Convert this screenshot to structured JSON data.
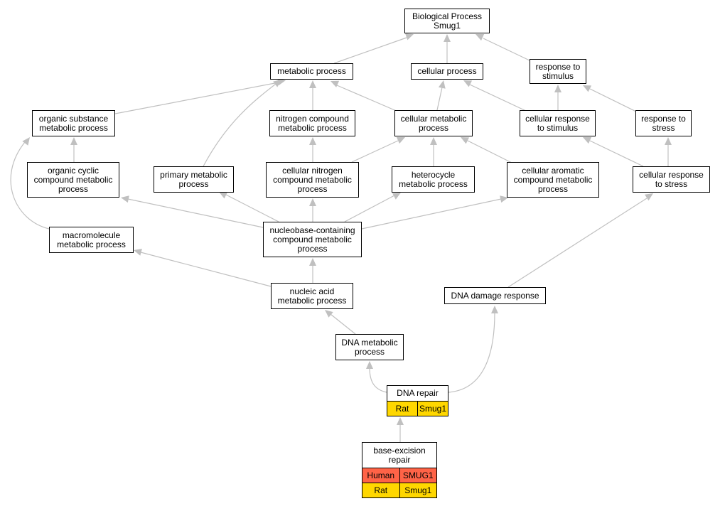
{
  "colors": {
    "edge": "#c0c0c0",
    "arrow": "#c0c0c0",
    "node_border": "#000000",
    "rat": "#ffd700",
    "human": "#ff6347"
  },
  "nodes": {
    "root": "Biological Process\nSmug1",
    "metabolic": "metabolic process",
    "cellular": "cellular process",
    "response_stimulus": "response to\nstimulus",
    "organic_substance": "organic substance\nmetabolic process",
    "nitrogen_compound": "nitrogen compound\nmetabolic process",
    "cellular_metabolic": "cellular metabolic\nprocess",
    "cellular_response_stimulus": "cellular response\nto stimulus",
    "response_stress": "response to\nstress",
    "organic_cyclic": "organic cyclic\ncompound metabolic\nprocess",
    "primary_metabolic": "primary metabolic\nprocess",
    "cellular_nitrogen": "cellular nitrogen\ncompound metabolic\nprocess",
    "heterocycle": "heterocycle\nmetabolic process",
    "cellular_aromatic": "cellular aromatic\ncompound metabolic\nprocess",
    "cellular_response_stress": "cellular response\nto stress",
    "macromolecule": "macromolecule\nmetabolic process",
    "nucleobase": "nucleobase-containing\ncompound metabolic\nprocess",
    "nucleic_acid": "nucleic acid\nmetabolic process",
    "dna_damage": "DNA damage response",
    "dna_metabolic": "DNA metabolic\nprocess",
    "dna_repair": "DNA repair",
    "ber": "base-excision\nrepair"
  },
  "annotations": {
    "dna_repair": [
      {
        "species": "Rat",
        "gene": "Smug1",
        "color": "#ffd700"
      }
    ],
    "ber": [
      {
        "species": "Human",
        "gene": "SMUG1",
        "color": "#ff6347"
      },
      {
        "species": "Rat",
        "gene": "Smug1",
        "color": "#ffd700"
      }
    ]
  }
}
